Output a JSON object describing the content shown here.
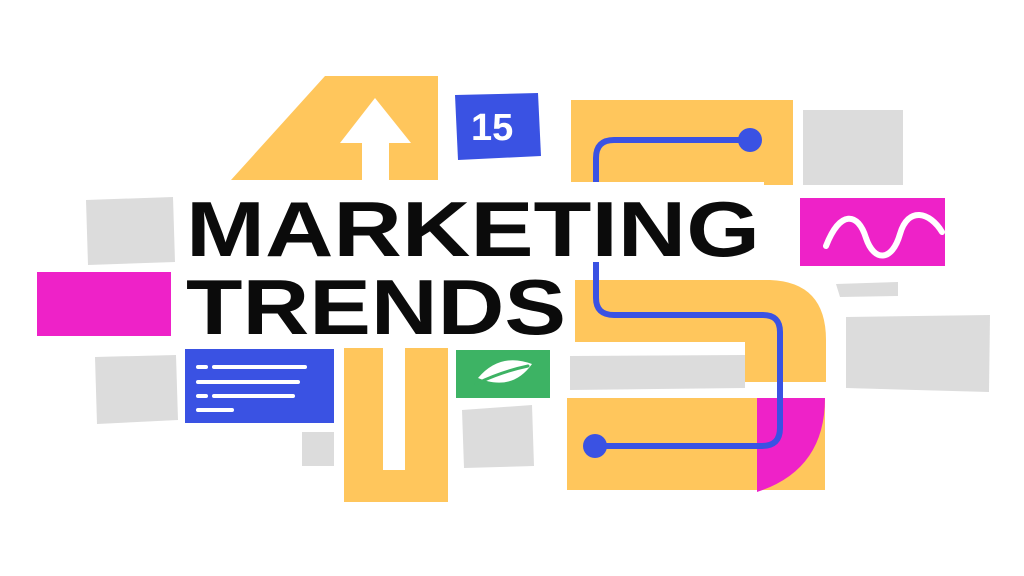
{
  "badge": {
    "number": "15"
  },
  "headline": {
    "line1": "MARKETING",
    "line2": "TRENDS"
  },
  "colors": {
    "yellow": "#FFC65C",
    "blue": "#3A52E3",
    "magenta": "#EE22C8",
    "green": "#3DB364",
    "gray": "#DCDCDC",
    "text": "#0B0B0B"
  },
  "icons": [
    "arrow-up-icon",
    "leaf-icon",
    "squiggle-line-icon",
    "text-lines-icon",
    "path-dot-icon"
  ]
}
